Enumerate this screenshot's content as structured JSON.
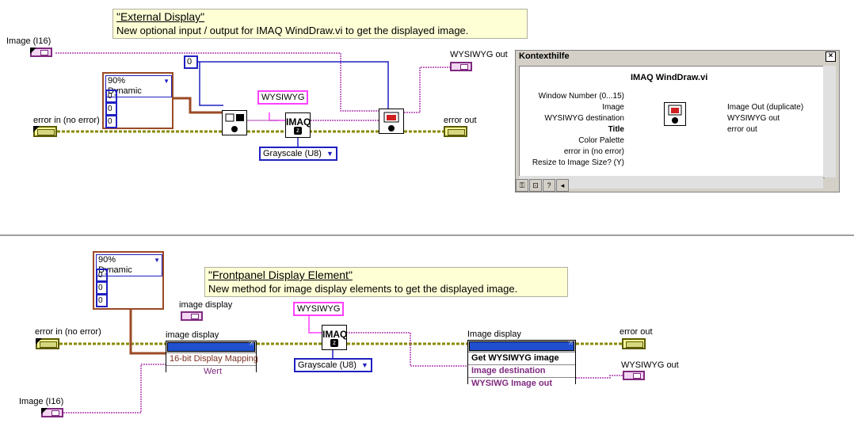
{
  "top": {
    "note_title": "\"External Display\"",
    "note_desc": "New optional input / output for IMAQ WindDraw.vi to get the displayed image.",
    "image_in_label": "Image (I16)",
    "error_in_label": "error in (no error)",
    "error_out_label": "error out",
    "wysiwyg_out_label": "WYSIWYG out",
    "const_zero": "0",
    "array_mode": "90% Dynamic",
    "array_values": [
      "0",
      "0",
      "0"
    ],
    "wysiwyg_string": "WYSIWYG",
    "imaq_label": "IMAQ",
    "grayscale_enum": "Grayscale (U8)"
  },
  "help_window": {
    "title": "Kontexthilfe",
    "vi_name": "IMAQ WindDraw.vi",
    "inputs": [
      "Window Number (0...15)",
      "Image",
      "WYSIWYG destination",
      "Title",
      "Color Palette",
      "error in (no error)",
      "Resize to Image Size? (Y)"
    ],
    "outputs": [
      "Image Out (duplicate)",
      "WYSIWYG out",
      "error out"
    ]
  },
  "bottom": {
    "note_title": "\"Frontpanel Display Element\"",
    "note_desc": "New method for image display elements to get the displayed image.",
    "array_mode": "90% Dynamic",
    "array_values": [
      "0",
      "0",
      "0"
    ],
    "image_display_term_label": "image display",
    "error_in_label": "error in (no error)",
    "image_in_label": "Image (I16)",
    "prop_node_label": "image display",
    "prop_node_items": [
      "16-bit Display Mapping",
      "Wert"
    ],
    "wysiwyg_string": "WYSIWYG",
    "imaq_label": "IMAQ",
    "grayscale_enum": "Grayscale (U8)",
    "invoke_label": "Image display",
    "invoke_method": "Get WYSIWYG image",
    "invoke_items": [
      "Image destination",
      "WYSIWG Image out"
    ],
    "error_out_label": "error out",
    "wysiwyg_out_label": "WYSIWYG out"
  },
  "colors": {
    "image_wire": "#b040b0",
    "error_wire": "#8a8a00",
    "cluster_wire": "#9b4a25",
    "numeric_wire": "#2020c0"
  }
}
